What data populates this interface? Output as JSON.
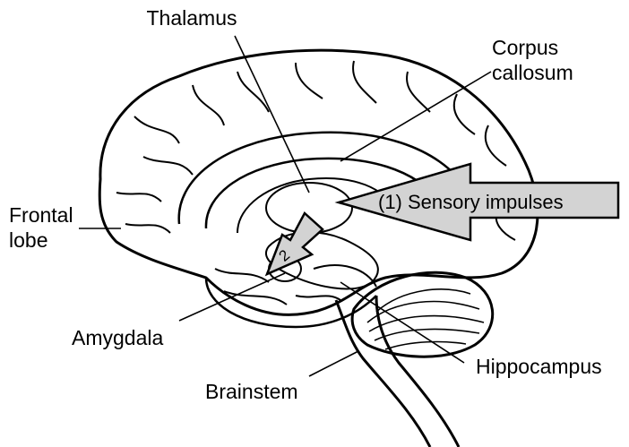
{
  "labels": {
    "thalamus": "Thalamus",
    "corpus_callosum_line1": "Corpus",
    "corpus_callosum_line2": "callosum",
    "frontal_lobe_line1": "Frontal",
    "frontal_lobe_line2": "lobe",
    "amygdala": "Amygdala",
    "brainstem": "Brainstem",
    "hippocampus": "Hippocampus"
  },
  "arrows": {
    "sensory": "(1) Sensory impulses",
    "step2": "2"
  },
  "colors": {
    "outline": "#000000",
    "arrow_fill": "#d3d3d3",
    "background": "#ffffff"
  }
}
